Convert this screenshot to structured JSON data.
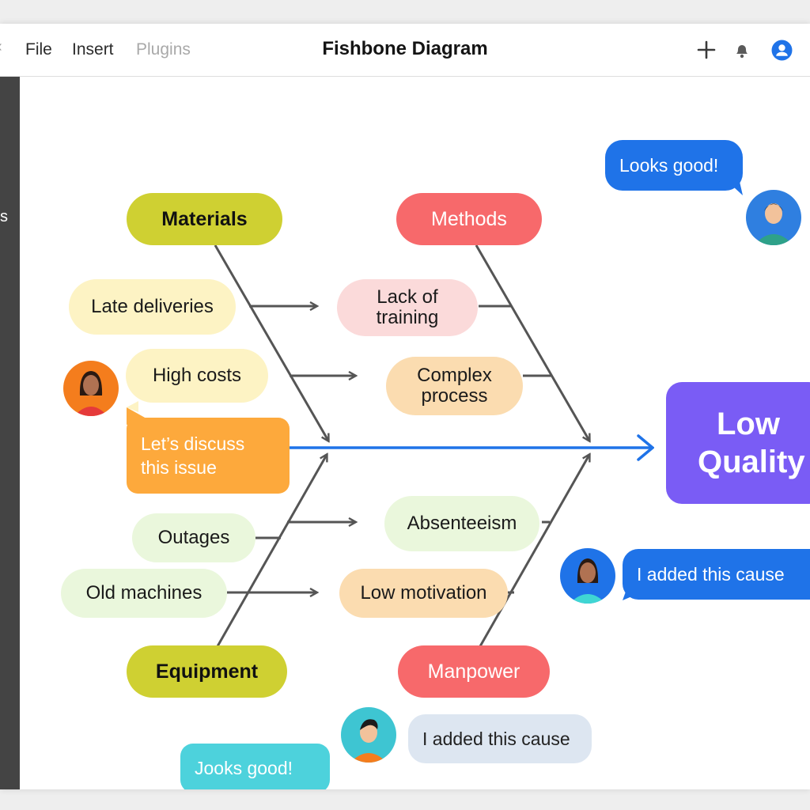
{
  "menu": {
    "file": "File",
    "insert": "Insert",
    "plugins": "Plugins"
  },
  "document": {
    "title": "Fishbone Diagram"
  },
  "sidebar": {
    "partial_label": "s"
  },
  "diagram": {
    "effect": {
      "line1": "Low",
      "line2": "Quality"
    },
    "categories": {
      "materials": "Materials",
      "methods": "Methods",
      "equipment": "Equipment",
      "manpower": "Manpower"
    },
    "causes": {
      "late_deliveries": "Late deliveries",
      "high_costs": "High costs",
      "lack_of_training": [
        "Lack of",
        "training"
      ],
      "complex_process": [
        "Complex",
        "process"
      ],
      "outages": "Outages",
      "old_machines": "Old machines",
      "absenteeism": "Absenteeism",
      "low_motivation": "Low motivation"
    }
  },
  "comments": {
    "top_right": "Looks good!",
    "left_discuss": [
      "Let’s discuss",
      "this issue"
    ],
    "right_added": "I added this cause",
    "bottom_added": "I added this cause",
    "bottom_reply": "Jooks good!"
  },
  "colors": {
    "accent_blue": "#1f73e8",
    "effect_purple": "#7a5cf5",
    "materials": "#cfd032",
    "methods": "#f7696b",
    "orange_comment": "#fda93c"
  }
}
